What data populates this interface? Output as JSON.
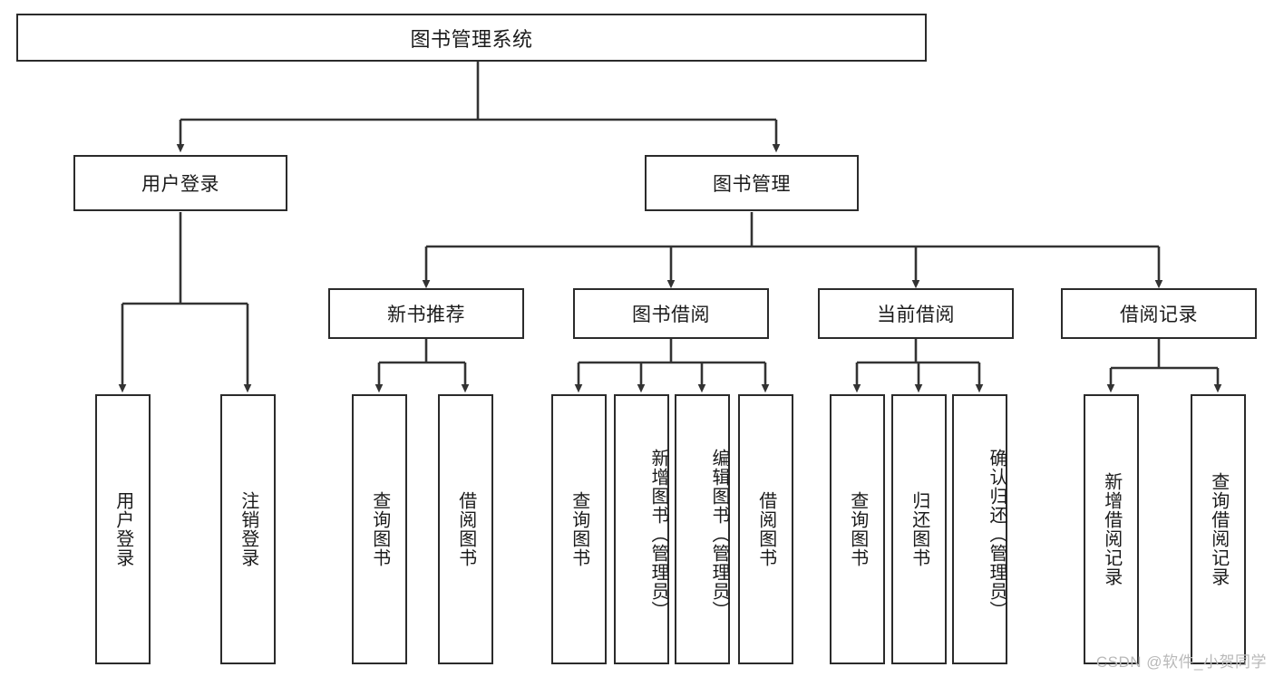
{
  "diagram": {
    "title": "图书管理系统",
    "type": "tree",
    "watermark": "CSDN @软件_小贺同学",
    "colors": {
      "border": "#2b2b2b",
      "background": "#ffffff",
      "text": "#1b1b1b",
      "edge": "#333333",
      "watermark": "#b9b9b9"
    },
    "nodes": {
      "root": {
        "label": "图书管理系统"
      },
      "level2": [
        {
          "label": "用户登录"
        },
        {
          "label": "图书管理"
        }
      ],
      "level3": [
        {
          "label": "新书推荐"
        },
        {
          "label": "图书借阅"
        },
        {
          "label": "当前借阅"
        },
        {
          "label": "借阅记录"
        }
      ],
      "leaves": {
        "user_login": [
          {
            "label": "用户登录"
          },
          {
            "label": "注销登录"
          }
        ],
        "new_book_recommend": [
          {
            "label": "查询图书"
          },
          {
            "label": "借阅图书"
          }
        ],
        "book_borrow": [
          {
            "label": "查询图书"
          },
          {
            "label": "新增图书（管理员）"
          },
          {
            "label": "编辑图书（管理员）"
          },
          {
            "label": "借阅图书"
          }
        ],
        "current_borrow": [
          {
            "label": "查询图书"
          },
          {
            "label": "归还图书"
          },
          {
            "label": "确认归还（管理员）"
          }
        ],
        "borrow_record": [
          {
            "label": "新增借阅记录"
          },
          {
            "label": "查询借阅记录"
          }
        ]
      }
    }
  }
}
